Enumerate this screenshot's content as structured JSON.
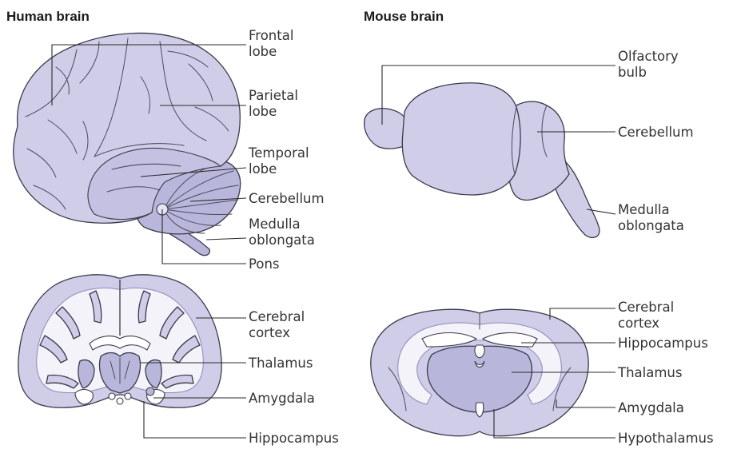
{
  "human": {
    "title": "Human brain",
    "lateral_labels": [
      [
        "Frontal",
        "lobe"
      ],
      [
        "Parietal",
        "lobe"
      ],
      [
        "Temporal",
        "lobe"
      ],
      [
        "Cerebellum"
      ],
      [
        "Medulla",
        "oblongata"
      ],
      [
        "Pons"
      ]
    ],
    "coronal_labels": [
      [
        "Cerebral",
        "cortex"
      ],
      [
        "Thalamus"
      ],
      [
        "Amygdala"
      ],
      [
        "Hippocampus"
      ]
    ]
  },
  "mouse": {
    "title": "Mouse brain",
    "lateral_labels": [
      [
        "Olfactory",
        "bulb"
      ],
      [
        "Cerebellum"
      ],
      [
        "Medulla",
        "oblongata"
      ]
    ],
    "coronal_labels": [
      [
        "Cerebral",
        "cortex"
      ],
      [
        "Hippocampus"
      ],
      [
        "Thalamus"
      ],
      [
        "Amygdala"
      ],
      [
        "Hypothalamus"
      ]
    ]
  },
  "colors": {
    "tissue": "#cfcde8",
    "tissue_dark": "#b9b6dc",
    "white_matter": "#f4f3fa",
    "outline": "#3a3a4a"
  }
}
